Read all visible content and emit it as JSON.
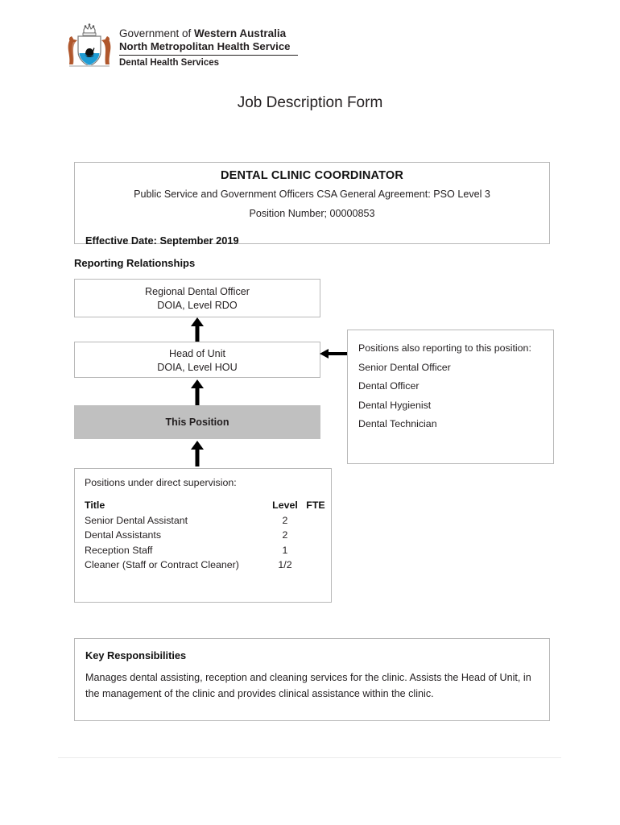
{
  "letterhead": {
    "crest_icon": "wa-government-crest-icon",
    "line1_prefix": "Government of ",
    "line1_bold": "Western Australia",
    "line2": "North Metropolitan Health Service",
    "line3": "Dental Health Services"
  },
  "document": {
    "title": "Job Description Form"
  },
  "position": {
    "title": "DENTAL CLINIC COORDINATOR",
    "agreement": "Public Service and Government Officers CSA General Agreement: PSO Level 3",
    "position_number": "Position Number; 00000853",
    "effective_date": "Effective Date: September 2019"
  },
  "reporting": {
    "heading": "Reporting Relationships",
    "rdo": {
      "line1": "Regional Dental Officer",
      "line2": "DOIA, Level RDO"
    },
    "hou": {
      "line1": "Head of Unit",
      "line2": "DOIA, Level HOU"
    },
    "this_position": {
      "label": "This Position"
    },
    "also_reporting": {
      "caption": "Positions also reporting to this position:",
      "items": [
        "Senior Dental Officer",
        "Dental Officer",
        "Dental Hygienist",
        "Dental Technician"
      ]
    },
    "supervision": {
      "caption": "Positions under direct supervision:",
      "columns": [
        "Title",
        "Level",
        "FTE"
      ],
      "rows": [
        {
          "title": "Senior Dental Assistant",
          "level": "2",
          "fte": ""
        },
        {
          "title": "Dental Assistants",
          "level": "2",
          "fte": ""
        },
        {
          "title": "Reception Staff",
          "level": "1",
          "fte": ""
        },
        {
          "title": "Cleaner (Staff or Contract Cleaner)",
          "level": "1/2",
          "fte": ""
        }
      ]
    },
    "arrows": {
      "up_rdo": "arrow-up-icon",
      "up_hou": "arrow-up-icon",
      "up_supervision": "arrow-up-icon",
      "left_also": "arrow-left-icon"
    }
  },
  "key_responsibilities": {
    "title": "Key Responsibilities",
    "body": "Manages dental assisting, reception and cleaning services for the clinic. Assists the Head of Unit, in the management of the clinic and provides clinical assistance within the clinic."
  },
  "colors": {
    "this_position_fill": "#c0c0c0",
    "box_border": "#b8b8b8",
    "text": "#231f20",
    "crest_red": "#b0572c",
    "crest_blue": "#1f9cd4",
    "footer_rule": "#ececec"
  }
}
